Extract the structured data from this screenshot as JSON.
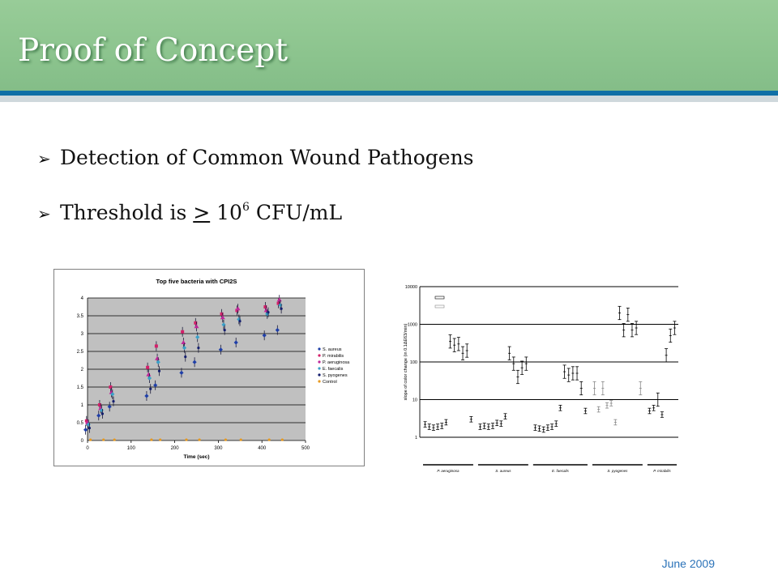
{
  "slide": {
    "title": "Proof of Concept",
    "bullet1": "Detection of Common Wound Pathogens",
    "bullet2_pre": "Threshold is ",
    "bullet2_ge": ">",
    "bullet2_base": " 10",
    "bullet2_exp": "6",
    "bullet2_unit": " CFU/mL",
    "footer_date": "June 2009"
  },
  "colors": {
    "header_green": "#8fc592",
    "accent_blue": "#0f6fa6",
    "footer_blue": "#2a72b8",
    "plot_bg": "#c0c0c0"
  },
  "chart_data": [
    {
      "type": "scatter",
      "title": "Top five bacteria with CPI2S",
      "xlabel": "Time (sec)",
      "ylabel": "",
      "xlim": [
        0,
        500
      ],
      "ylim": [
        0,
        4
      ],
      "xticks": [
        "0",
        "100",
        "200",
        "300",
        "400",
        "500"
      ],
      "yticks": [
        "0",
        "0.5",
        "1",
        "1.5",
        "2",
        "2.5",
        "3",
        "3.5",
        "4"
      ],
      "grid": true,
      "legend": "right",
      "x": [
        0,
        30,
        55,
        140,
        160,
        220,
        250,
        310,
        345,
        410,
        440
      ],
      "series": [
        {
          "name": "S. aureus",
          "color": "#1f3fa8",
          "values": [
            0.3,
            0.7,
            0.95,
            1.25,
            1.55,
            1.9,
            2.2,
            2.55,
            2.75,
            2.95,
            3.1
          ]
        },
        {
          "name": "P. mirabilis",
          "color": "#d4206a",
          "values": [
            0.55,
            1.0,
            1.5,
            2.05,
            2.65,
            3.05,
            3.3,
            3.55,
            3.65,
            3.75,
            3.85
          ]
        },
        {
          "name": "P. aeruginosa",
          "color": "#c0289a",
          "values": [
            0.5,
            0.9,
            1.35,
            1.85,
            2.3,
            2.75,
            3.2,
            3.45,
            3.7,
            3.65,
            3.95
          ]
        },
        {
          "name": "E. faecalis",
          "color": "#3aa0c8",
          "values": [
            0.45,
            0.85,
            1.3,
            1.75,
            2.2,
            2.6,
            2.9,
            3.25,
            3.4,
            3.55,
            3.8
          ]
        },
        {
          "name": "S. pyogenes",
          "color": "#141e6e",
          "values": [
            0.35,
            0.75,
            1.1,
            1.45,
            1.95,
            2.35,
            2.6,
            3.1,
            3.35,
            3.6,
            3.7
          ]
        },
        {
          "name": "Control",
          "color": "#e89a20",
          "values": [
            0.02,
            0.02,
            0.02,
            0.02,
            0.02,
            0.02,
            0.02,
            0.02,
            0.02,
            0.02,
            0.02
          ]
        }
      ]
    },
    {
      "type": "scatter",
      "title": "",
      "ylabel": "slope of color change (in 0.1ΔE63/min)",
      "xlabel": "",
      "yscale": "log",
      "ylim": [
        1,
        10000
      ],
      "yticks": [
        "1",
        "10",
        "100",
        "1000",
        "10000"
      ],
      "grid": true,
      "groups": [
        {
          "name": "P. aeruginosa",
          "values": [
            2.2,
            1.9,
            1.8,
            1.9,
            2.0,
            2.5,
            350,
            280,
            300,
            170,
            200,
            3.0
          ]
        },
        {
          "name": "S. aureus",
          "values": [
            1.9,
            2.0,
            1.9,
            2.0,
            2.4,
            2.3,
            3.6,
            170,
            90,
            40,
            70,
            90
          ]
        },
        {
          "name": "E. faecalis",
          "values": [
            1.8,
            1.7,
            1.6,
            1.8,
            1.9,
            2.3,
            6.0,
            55,
            45,
            50,
            50,
            20,
            5.0
          ]
        },
        {
          "name": "S. pyogenes",
          "values": [
            20,
            5.5,
            20,
            7,
            8,
            2.5,
            2000,
            700,
            1800,
            700,
            800,
            20
          ]
        },
        {
          "name": "P. mirabilis",
          "values": [
            5,
            6,
            10,
            4,
            150,
            500,
            800
          ]
        }
      ]
    }
  ]
}
